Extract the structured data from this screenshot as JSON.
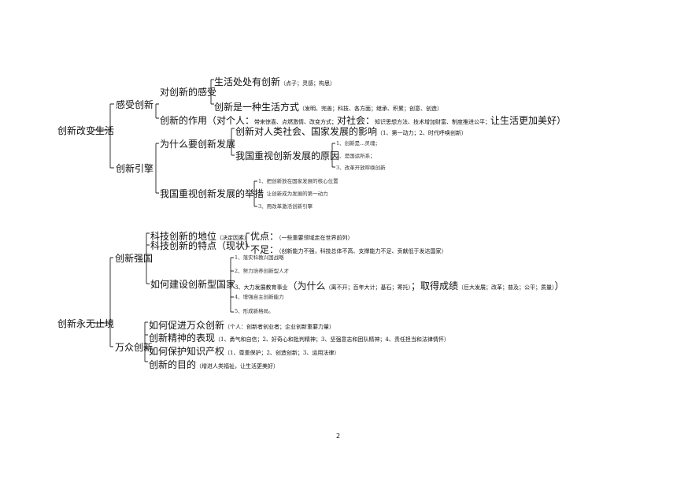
{
  "page_number": "2",
  "m1": {
    "root": "创新改变生活",
    "b1": {
      "label": "感受创新",
      "c1": {
        "label": "对创新的感受",
        "i1": {
          "text": "生活处处有创新",
          "note": "（点子；灵感；构思）"
        },
        "i2": {
          "text": "创新是一种生活方式",
          "note": "（发明、完善；科技、各方面；继承、积累；创意、创造）"
        }
      },
      "c2": {
        "p1": "创新的作用（对个人：",
        "n1": "带来惊喜、点燃激情、改变方式；",
        "p2": "对社会：",
        "n2": "知识思想方法、技术增加财富、制度推进公平；",
        "p3": "让生活更加美好）"
      }
    },
    "b2": {
      "label": "创新引擎",
      "c1": {
        "label": "为什么要创新发展",
        "i1": {
          "text": "创新对人类社会、国家发展的影响",
          "note": "（1、第一动力；2、时代呼唤创新）"
        },
        "i2": {
          "text": "我国重视创新发展的原因",
          "items": [
            "1、创新是...灵魂；",
            "2、是国运所系；",
            "3、改革开放呼唤创新"
          ]
        }
      },
      "c2": {
        "label": "我国重视创新发展的举措",
        "items": [
          "1、把创新放在国家发展的核心位置",
          "2、让创新成为发展的第一动力",
          "3、用改革激活创新引擎"
        ]
      }
    }
  },
  "m2": {
    "root": "创新永无止境",
    "b1": {
      "label": "创新强国",
      "c1": {
        "text": "科技创新的地位",
        "note": "（决定因素）"
      },
      "c2": {
        "text": "科技创新的特点（现状）",
        "adv": {
          "label": "优点：",
          "note": "（一些重要领域走在世界前列）"
        },
        "dis": {
          "label": "不足：",
          "note": "（创新能力不强，科技总体不高、支撑能力不足、贡献低于发达国家）"
        }
      },
      "c3": {
        "label": "如何建设创新型国家",
        "items": [
          "1、落实科教兴国战略",
          "2、努力培养创新型人才",
          "4、增强自主创新能力",
          "5、形成新格局。"
        ],
        "item3": {
          "num": "3、大力发展教育事业",
          "why": "（为什么",
          "why_note": "（离不开；百年大计；基石；寄托）",
          "ach": "；取得成绩",
          "ach_note": "（巨大发展；改革；普及；公平；质量）",
          "close": "）"
        }
      }
    },
    "b2": {
      "label": "万众创新",
      "c1": {
        "text": "如何促进万众创新",
        "note": "（个人：创新者创业者；企业创新重要力量）"
      },
      "c2": {
        "text": "创新精神的表现",
        "note": "（1、勇气和自信；2、好奇心和批判精神；3、坚强意志和团队精神；4、责任担当和法律情怀）"
      },
      "c3": {
        "text": "如何保护知识产权",
        "note": "（1、尊重保护；2、创造创新；3、运用法律）"
      },
      "c4": {
        "text": "创新的目的",
        "note": "（增进人类福祉，让生活更美好）"
      }
    }
  }
}
